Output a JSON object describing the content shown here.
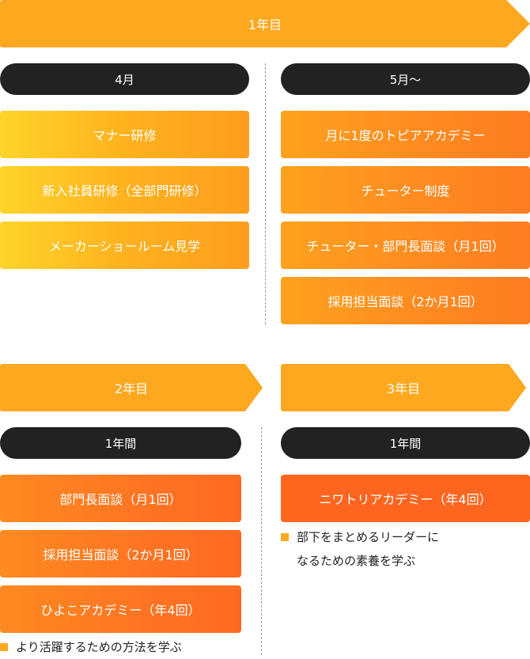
{
  "year1": {
    "banner": "1年目",
    "left": {
      "period": "4月",
      "items": [
        "マナー研修",
        "新入社員研修（全部門研修）",
        "メーカーショールーム見学"
      ]
    },
    "right": {
      "period": "5月〜",
      "items": [
        "月に1度のトピアアカデミー",
        "チューター制度",
        "チューター・部門長面談（月1回）",
        "採用担当面談（2か月1回）"
      ]
    }
  },
  "year2": {
    "banner": "2年目",
    "period": "1年間",
    "items": [
      "部門長面談（月1回）",
      "採用担当面談（2か月1回）",
      "ひよこアカデミー（年4回）"
    ],
    "note": "より活躍するための方法を学ぶ"
  },
  "year3": {
    "banner": "3年目",
    "period": "1年間",
    "items": [
      "ニワトリアカデミー（年4回）"
    ],
    "note_line1": "部下をまとめるリーダーに",
    "note_line2": "なるための素養を学ぶ"
  },
  "colors": {
    "banner": "#fea820",
    "pill": "#222222",
    "accent_square": "#fea820"
  }
}
